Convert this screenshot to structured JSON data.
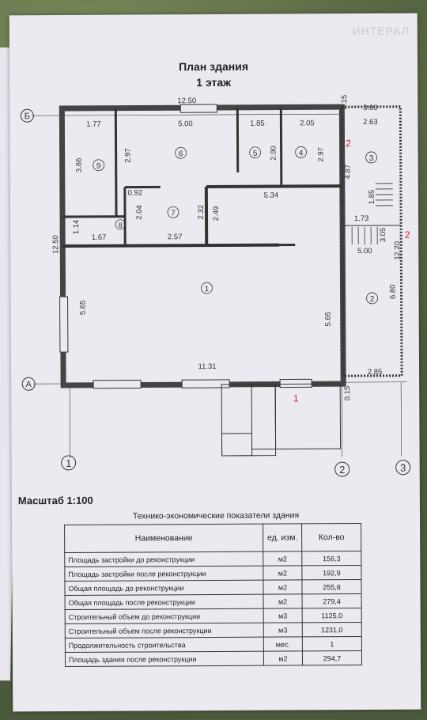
{
  "watermark": "ИНТЕРАЛ",
  "title": "План здания",
  "subtitle": "1 этаж",
  "scale": "Масштаб 1:100",
  "table": {
    "title": "Технико-экономические показатели здания",
    "headers": [
      "Наименование",
      "ед. изм.",
      "Кол-во"
    ],
    "rows": [
      {
        "name": "Площадь застройки до реконструкции",
        "unit": "м2",
        "value": "156,3"
      },
      {
        "name": "Площадь застройки после реконструкции",
        "unit": "м2",
        "value": "192,9"
      },
      {
        "name": "Общая площадь до реконструкции",
        "unit": "м2",
        "value": "255,8"
      },
      {
        "name": "Общая площадь после реконструкции",
        "unit": "м2",
        "value": "279,4"
      },
      {
        "name": "Строительный объем до реконструкции",
        "unit": "м3",
        "value": "1125,0"
      },
      {
        "name": "Строительный объем после реконструкции",
        "unit": "м3",
        "value": "1231,0"
      },
      {
        "name": "Продолжительность строительства",
        "unit": "мес.",
        "value": "1"
      },
      {
        "name": "Площадь здания после реконструкции",
        "unit": "м2",
        "value": "294,7"
      }
    ]
  },
  "plan": {
    "axes": [
      "Б",
      "А",
      "1",
      "2",
      "3"
    ],
    "rooms": [
      "1",
      "2",
      "3",
      "4",
      "5",
      "6",
      "7",
      "8",
      "9"
    ],
    "dims": [
      "12.50",
      "5.00",
      "1.85",
      "2.05",
      "1.77",
      "3.86",
      "2.97",
      "2.90",
      "2.97",
      "0.92",
      "2.04",
      "2.32",
      "2.49",
      "5.34",
      "1.14",
      "1.67",
      "2.57",
      "12.50",
      "5.65",
      "5.65",
      "11.31",
      "0.15",
      "3.00",
      "2.63",
      "4.87",
      "1.85",
      "1.73",
      "3.05",
      "12.20",
      "5.00",
      "6.80",
      "2.85",
      "0.15"
    ],
    "marks": [
      "2",
      "2",
      "1"
    ]
  }
}
